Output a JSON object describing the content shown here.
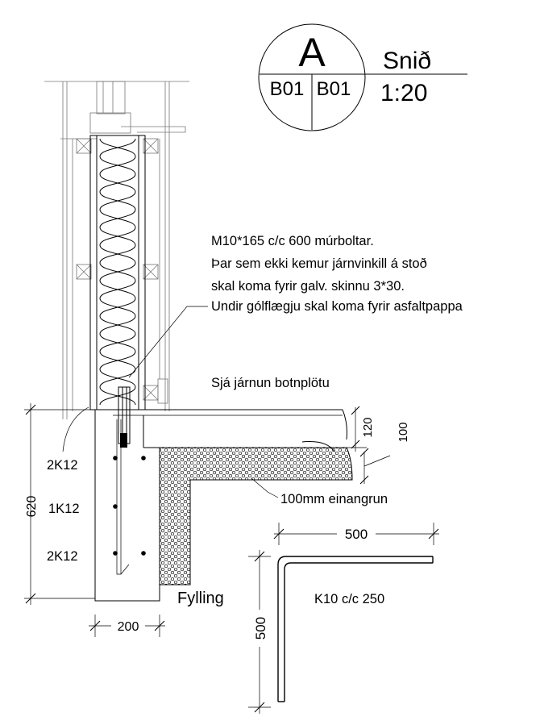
{
  "section_marker": {
    "letter": "A",
    "ref_left": "B01",
    "ref_right": "B01",
    "title": "Snið",
    "scale": "1:20"
  },
  "notes": {
    "bolts": [
      "M10*165 c/c 600 múrboltar.",
      "Þar sem ekki kemur járnvinkill á stoð",
      "skal koma fyrir galv. skinnu 3*30.",
      "Undir gólflægju skal koma fyrir asfaltpappa"
    ],
    "slab_reinforcement": "Sjá járnun botnplötu",
    "insulation": "100mm einangrun",
    "fill": "Fylling",
    "bar": "K10 c/c 250"
  },
  "rebar_labels": {
    "top": "2K12",
    "middle": "1K12",
    "bottom": "2K12"
  },
  "dimensions": {
    "footing_height": "620",
    "footing_width": "200",
    "slab_thickness": "120",
    "insulation_thickness": "100",
    "bar_leg_horizontal": "500",
    "bar_leg_vertical": "500"
  }
}
